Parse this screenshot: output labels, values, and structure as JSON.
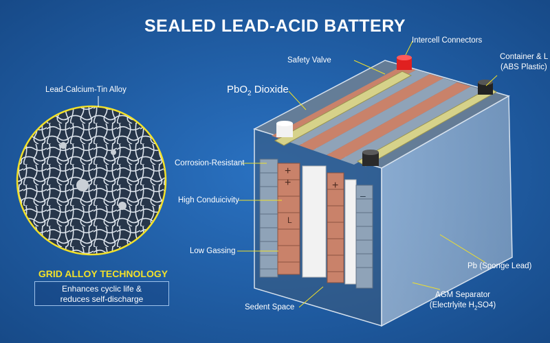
{
  "title": "SEALED LEAD-ACID BATTERY",
  "labels": {
    "alloy": "Lead-Calcium-Tin Alloy",
    "pbo2": "PbO",
    "pbo2_sub": "2",
    "pbo2_suffix": " Dioxide",
    "safety_valve": "Safety Valve",
    "intercell": "Intercell Connectors",
    "container_1": "Container & L",
    "container_2": "(ABS Plastic)",
    "corrosion": "Corrosion-Resistant",
    "conductivity": "High Conduicivity",
    "low_gassing": "Low Gassing",
    "sedent": "Sedent Space",
    "pb_sponge": "Pb (Sponge Lead)",
    "agm_1": "AGM Separator",
    "agm_2a": "(Electrlyite H",
    "agm_2sub": "2",
    "agm_2b": "SO4)"
  },
  "grid": {
    "heading": "GRID ALLOY TECHNOLOGY",
    "line1": "Enhances cyclic life &",
    "line2": "reduces self-discharge"
  },
  "plate_signs": {
    "left_plus_1": "+",
    "left_plus_2": "+",
    "left_mid": "L",
    "right_plus": "+",
    "right_minus": "–"
  },
  "colors": {
    "background": "#1f5fa8",
    "accent_yellow": "#f2e12a",
    "positive_terminal": "#e02020",
    "negative_terminal": "#222222",
    "positive_plate": "#c9826a",
    "negative_plate": "#8fa3b8",
    "separator": "#f2f2f2"
  }
}
